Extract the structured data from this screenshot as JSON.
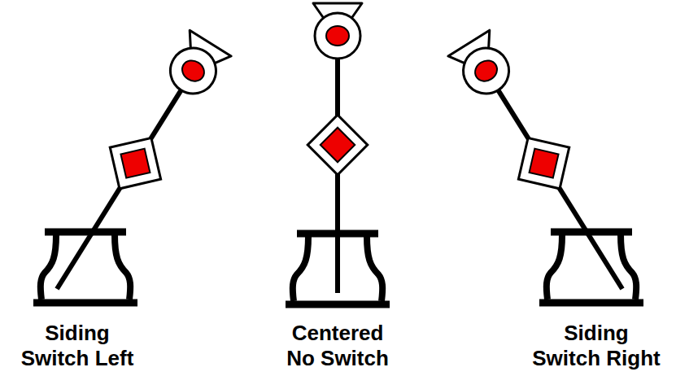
{
  "diagram": {
    "labels": [
      "Siding Switch Left",
      "Centered No Switch",
      "Siding Switch Right"
    ]
  }
}
